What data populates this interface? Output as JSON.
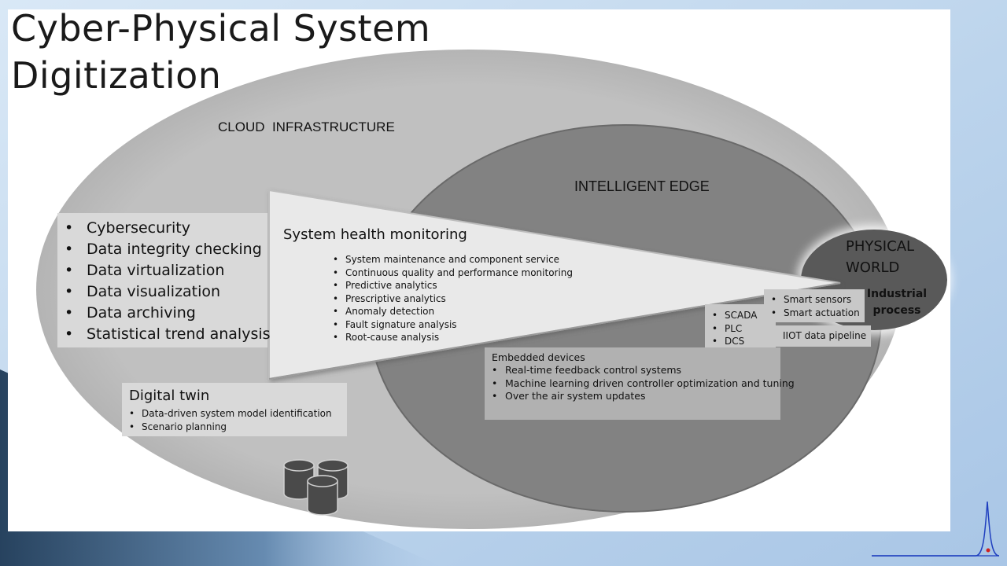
{
  "title_lines": [
    "Cyber-Physical System",
    "Digitization"
  ],
  "cloud": {
    "label": "CLOUD  INFRASTRUCTURE",
    "items": [
      "Cybersecurity",
      "Data integrity checking",
      "Data virtualization",
      "Data visualization",
      "Data archiving",
      "Statistical trend analysis"
    ]
  },
  "edge": {
    "label": "INTELLIGENT EDGE"
  },
  "physical": {
    "label_lines": [
      "PHYSICAL",
      "WORLD"
    ],
    "process_lines": [
      "Industrial",
      "process"
    ]
  },
  "health": {
    "heading": "System health monitoring",
    "items": [
      "System maintenance and component service",
      "Continuous quality and performance monitoring",
      "Predictive analytics",
      "Prescriptive analytics",
      "Anomaly detection",
      "Fault signature analysis",
      "Root-cause analysis"
    ]
  },
  "twin": {
    "heading": "Digital twin",
    "items": [
      "Data-driven system model identification",
      "Scenario planning"
    ]
  },
  "embedded": {
    "heading": "Embedded devices",
    "items": [
      "Real-time feedback control systems",
      "Machine learning driven controller optimization and tuning",
      "Over the air system updates"
    ]
  },
  "control_systems": [
    "SCADA",
    "PLC",
    "DCS"
  ],
  "smart": [
    "Smart sensors",
    "Smart actuation"
  ],
  "pipeline": "IIOT data pipeline",
  "icons": {
    "database": "database-cylinders-icon",
    "logo": "peak-curve-logo-icon"
  },
  "colors": {
    "cloud": "#c0c0c0",
    "edge": "#828282",
    "physical": "#595959",
    "triangle": "#e9e9e9",
    "box": "#d9d9d9",
    "slide_bg": "#ffffff"
  }
}
